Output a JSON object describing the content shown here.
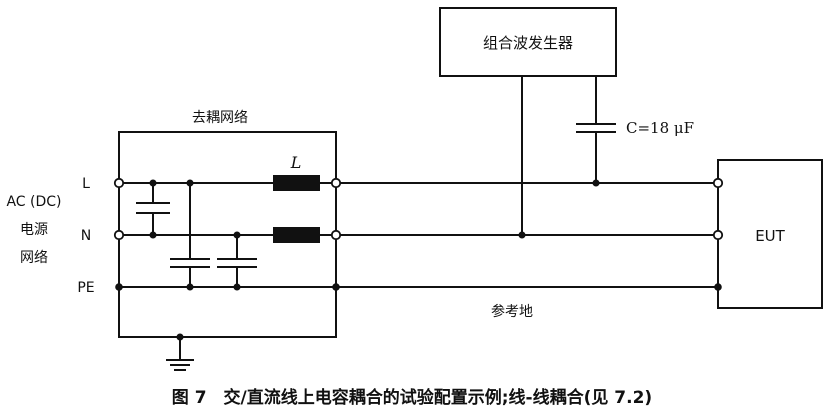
{
  "generator_box": {
    "label": "组合波发生器"
  },
  "decoupling_network": {
    "label": "去耦网络"
  },
  "inductor": {
    "label": "L"
  },
  "coupling_capacitor": {
    "label": "C=18 μF"
  },
  "eut": {
    "label": "EUT"
  },
  "reference_ground": {
    "label": "参考地"
  },
  "power_network": {
    "line1": "AC (DC)",
    "line2": "电源",
    "line3": "网络"
  },
  "terminals": {
    "l": "L",
    "n": "N",
    "pe": "PE"
  },
  "caption": "图 7　交/直流线上电容耦合的试验配置示例;线-线耦合(见 7.2)"
}
